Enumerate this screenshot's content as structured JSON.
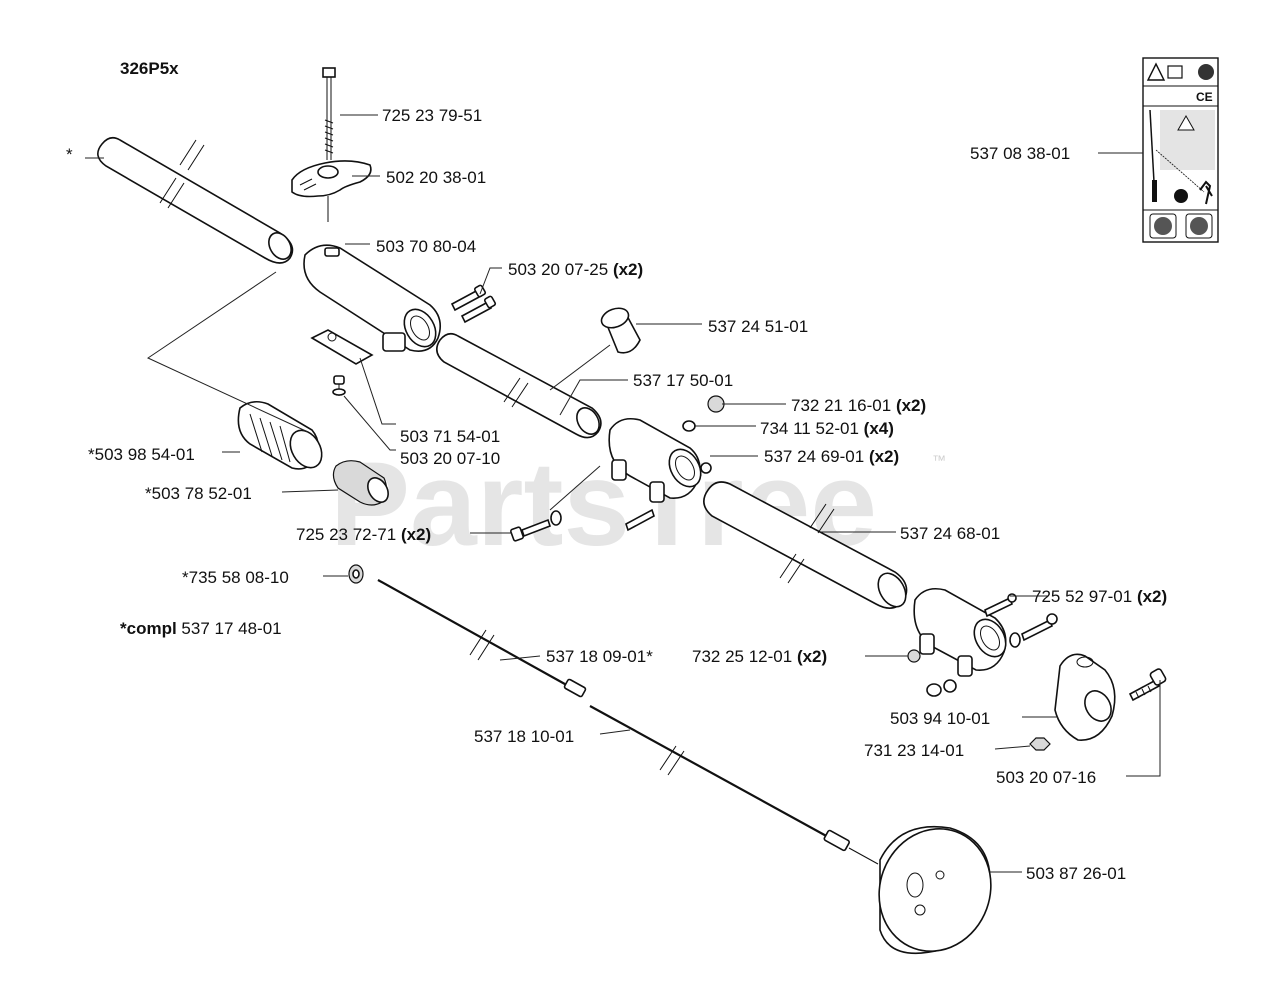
{
  "model": "326P5x",
  "watermark": "PartsTree",
  "watermark_tm": "™",
  "compl_note": {
    "prefix": "*compl",
    "number": "537 17 48-01"
  },
  "unlabeled_marker": "*",
  "labels": [
    {
      "id": "lbl-1",
      "number": "725 23 79-51",
      "qty": ""
    },
    {
      "id": "lbl-2",
      "number": "502 20 38-01",
      "qty": ""
    },
    {
      "id": "lbl-3",
      "number": "503 70 80-04",
      "qty": ""
    },
    {
      "id": "lbl-4",
      "number": "503 20 07-25",
      "qty": "(x2)"
    },
    {
      "id": "lbl-5",
      "number": "537 24 51-01",
      "qty": ""
    },
    {
      "id": "lbl-6",
      "number": "537 17 50-01",
      "qty": ""
    },
    {
      "id": "lbl-7",
      "number": "732 21 16-01",
      "qty": "(x2)"
    },
    {
      "id": "lbl-8",
      "number": "734 11 52-01",
      "qty": "(x4)"
    },
    {
      "id": "lbl-9",
      "number": "537 24 69-01",
      "qty": "(x2)"
    },
    {
      "id": "lbl-10",
      "number": "503 71 54-01",
      "qty": ""
    },
    {
      "id": "lbl-11",
      "number": "503 20 07-10",
      "qty": ""
    },
    {
      "id": "lbl-12",
      "number": "*503 98 54-01",
      "qty": ""
    },
    {
      "id": "lbl-13",
      "number": "*503 78 52-01",
      "qty": ""
    },
    {
      "id": "lbl-14",
      "number": "725 23 72-71",
      "qty": "(x2)"
    },
    {
      "id": "lbl-15",
      "number": "537 24 68-01",
      "qty": ""
    },
    {
      "id": "lbl-16",
      "number": "*735 58 08-10",
      "qty": ""
    },
    {
      "id": "lbl-17",
      "number": "725 52 97-01",
      "qty": "(x2)"
    },
    {
      "id": "lbl-18",
      "number": "537 18 09-01*",
      "qty": ""
    },
    {
      "id": "lbl-19",
      "number": "732 25 12-01",
      "qty": "(x2)"
    },
    {
      "id": "lbl-20",
      "number": "503 94 10-01",
      "qty": ""
    },
    {
      "id": "lbl-21",
      "number": "537 18 10-01",
      "qty": ""
    },
    {
      "id": "lbl-22",
      "number": "731 23 14-01",
      "qty": ""
    },
    {
      "id": "lbl-23",
      "number": "503 20 07-16",
      "qty": ""
    },
    {
      "id": "lbl-24",
      "number": "503 87 26-01",
      "qty": ""
    },
    {
      "id": "lbl-25",
      "number": "537 08 38-01",
      "qty": ""
    }
  ],
  "decal": {
    "ce_mark": "CE"
  }
}
